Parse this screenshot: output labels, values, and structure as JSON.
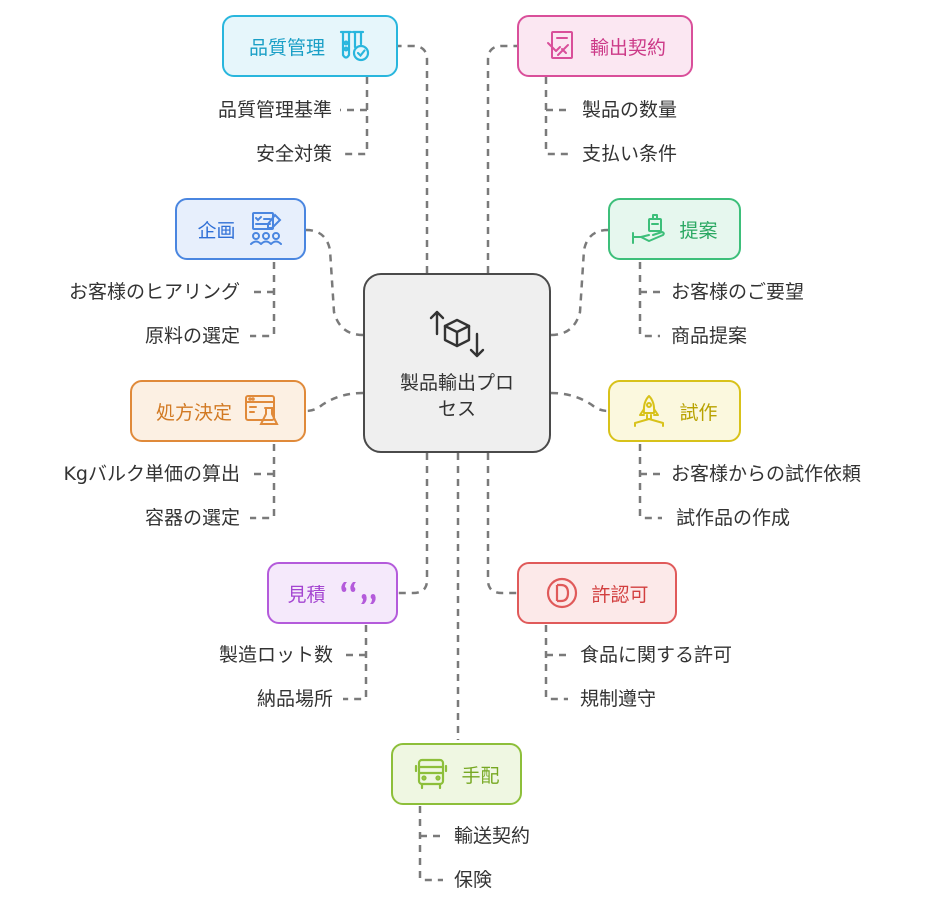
{
  "center": {
    "title": "製品輸出プロセス",
    "icon": "box-transfer-icon",
    "color": "#4a4a4a"
  },
  "nodes": {
    "quality": {
      "label": "品質管理",
      "icon": "test-tubes-icon",
      "color": "#29b6dd",
      "bg": "#e6f6fb",
      "items": [
        "品質管理基準",
        "安全対策"
      ]
    },
    "planning": {
      "label": "企画",
      "icon": "team-plan-icon",
      "color": "#4a86e0",
      "bg": "#e7effc",
      "items": [
        "お客様のヒアリング",
        "原料の選定"
      ]
    },
    "formula": {
      "label": "処方決定",
      "icon": "lab-window-icon",
      "color": "#e08a3a",
      "bg": "#fcf0e3",
      "items": [
        "Kgバルク単価の算出",
        "容器の選定"
      ]
    },
    "quote": {
      "label": "見積",
      "icon": "quote-icon",
      "color": "#b45bdb",
      "bg": "#f5e9fb",
      "items": [
        "製造ロット数",
        "納品場所"
      ]
    },
    "contract": {
      "label": "輸出契約",
      "icon": "contract-icon",
      "color": "#d94f9a",
      "bg": "#fbe7f2",
      "items": [
        "製品の数量",
        "支払い条件"
      ]
    },
    "proposal": {
      "label": "提案",
      "icon": "proposal-icon",
      "color": "#3dbf7a",
      "bg": "#e6f7ee",
      "items": [
        "お客様のご要望",
        "商品提案"
      ]
    },
    "prototype": {
      "label": "試作",
      "icon": "rocket-icon",
      "color": "#d8c21a",
      "bg": "#fbf8de",
      "items": [
        "お客様からの試作依頼",
        "試作品の作成"
      ]
    },
    "permit": {
      "label": "許認可",
      "icon": "d-badge-icon",
      "color": "#e05a5a",
      "bg": "#fce9e9",
      "items": [
        "食品に関する許可",
        "規制遵守"
      ]
    },
    "logistics": {
      "label": "手配",
      "icon": "bus-icon",
      "color": "#8dbf3a",
      "bg": "#eff7e2",
      "items": [
        "輸送契約",
        "保険"
      ]
    }
  }
}
